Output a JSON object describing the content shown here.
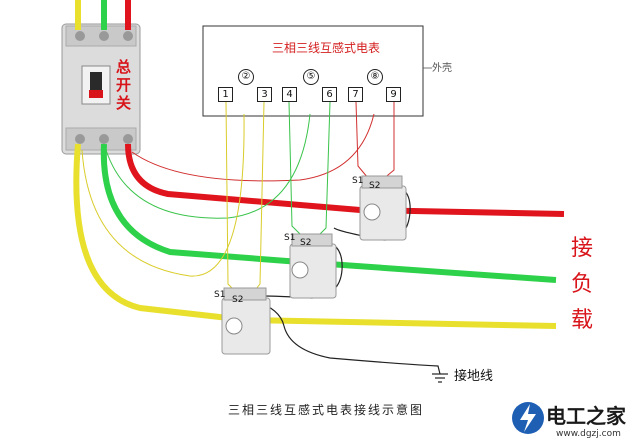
{
  "meter": {
    "title": "三相三线互感式电表",
    "housing_label": "外壳",
    "terminals": [
      "1",
      "2",
      "3",
      "4",
      "5",
      "6",
      "7",
      "8",
      "9"
    ],
    "circled_terminals": [
      "②",
      "⑤",
      "⑧"
    ]
  },
  "main_switch": {
    "label_chars": [
      "总",
      "开",
      "关"
    ]
  },
  "load_label_chars": [
    "接",
    "负",
    "载"
  ],
  "ct_labels": {
    "s1": "S1",
    "s2": "S2"
  },
  "ground_label": "接地线",
  "caption": "三相三线互感式电表接线示意图",
  "watermark": {
    "name": "电工之家",
    "url": "www.dgzj.com"
  },
  "colors": {
    "phase_yellow": "#e8e02c",
    "phase_green": "#2ed14a",
    "phase_red": "#e0141c",
    "accent_red": "#d8141a",
    "logo_blue": "#1e5fb4"
  }
}
